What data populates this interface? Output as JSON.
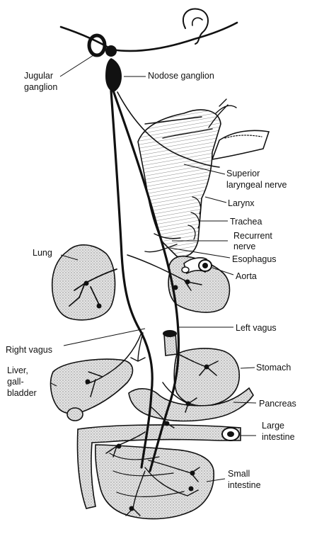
{
  "labels": {
    "jugular_ganglion": [
      "Jugular",
      "ganglion"
    ],
    "nodose_ganglion": "Nodose ganglion",
    "superior_laryngeal_nerve": [
      "Superior",
      "laryngeal nerve"
    ],
    "larynx": "Larynx",
    "trachea": "Trachea",
    "recurrent_nerve": [
      "Recurrent",
      "nerve"
    ],
    "esophagus": "Esophagus",
    "aorta": "Aorta",
    "lung": "Lung",
    "left_vagus": "Left vagus",
    "right_vagus": "Right vagus",
    "stomach": "Stomach",
    "liver_gallbladder": [
      "Liver,",
      "gall-",
      "bladder"
    ],
    "pancreas": "Pancreas",
    "large_intestine": [
      "Large",
      "intestine"
    ],
    "small_intestine": [
      "Small",
      "intestine"
    ]
  },
  "colors": {
    "ink": "#111111",
    "organ_fill": "#d6d6d6",
    "background": "#ffffff"
  }
}
